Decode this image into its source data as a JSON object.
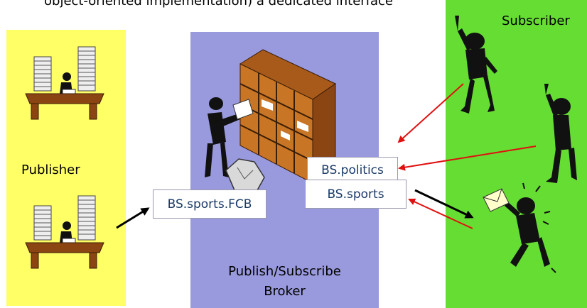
{
  "caption": "object-oriented implementation) a dedicated interface",
  "publisher": {
    "label": "Publisher"
  },
  "broker": {
    "label_line1": "Publish/Subscribe",
    "label_line2": "Broker"
  },
  "subscriber": {
    "label": "Subscriber"
  },
  "topics": {
    "fcb": "BS.sports.FCB",
    "politics": "BS.politics",
    "sports": "BS.sports"
  },
  "colors": {
    "publisher_bg": "#ffff66",
    "broker_bg": "#9999dd",
    "subscriber_bg": "#66dd33",
    "subscribe_arrow": "#e01010",
    "publish_arrow": "#000000",
    "topic_text": "#1a3a66"
  },
  "icons": [
    "desk-worker-icon",
    "mailbox-shelf-icon",
    "postman-icon",
    "mailbag-icon",
    "pointing-person-icon",
    "envelope-person-icon"
  ]
}
